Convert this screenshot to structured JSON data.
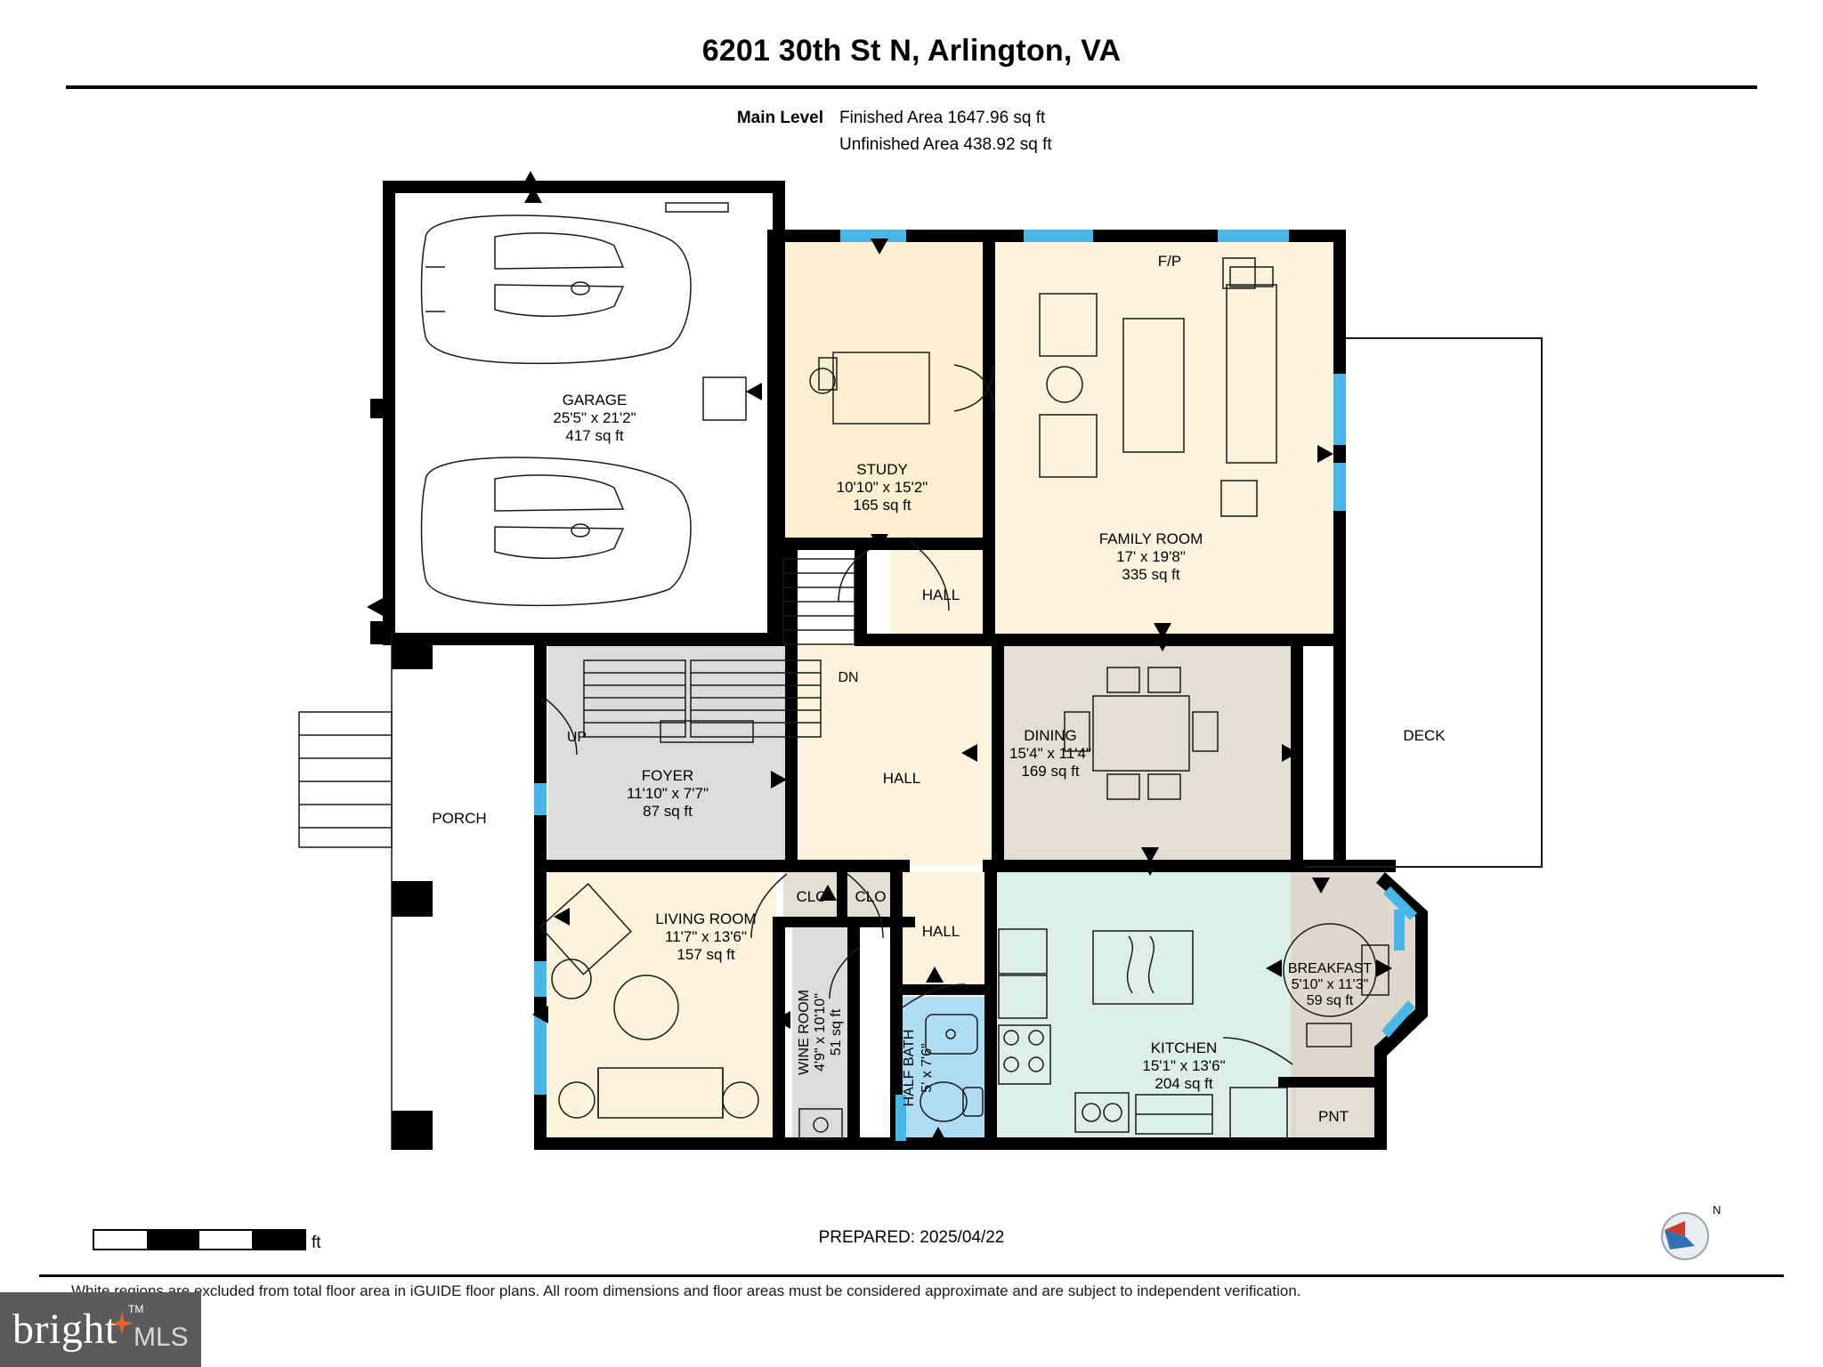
{
  "header": {
    "title": "6201 30th St N, Arlington, VA",
    "level_label": "Main Level",
    "finished_area": "Finished Area 1647.96 sq ft",
    "unfinished_area": "Unfinished Area 438.92 sq ft"
  },
  "footer": {
    "scale": {
      "min": "0",
      "mid": "5",
      "max": "10",
      "unit": "ft"
    },
    "prepared": "PREPARED: 2025/04/22",
    "disclaimer": "White regions are excluded from total floor area in iGUIDE floor plans. All room dimensions and floor areas must be considered approximate and are subject to independent verification.",
    "logo": {
      "word": "bright",
      "tm": "TM",
      "mls": "MLS"
    },
    "compass_label": "N"
  },
  "rooms": [
    {
      "id": "garage",
      "name": "GARAGE",
      "dims": "25'5\" x 21'2\"",
      "area": "417 sq ft"
    },
    {
      "id": "study",
      "name": "STUDY",
      "dims": "10'10\" x 15'2\"",
      "area": "165 sq ft"
    },
    {
      "id": "family",
      "name": "FAMILY ROOM",
      "dims": "17' x 19'8\"",
      "area": "335 sq ft"
    },
    {
      "id": "foyer",
      "name": "FOYER",
      "dims": "11'10\" x 7'7\"",
      "area": "87 sq ft"
    },
    {
      "id": "dining",
      "name": "DINING",
      "dims": "15'4\" x 11'4\"",
      "area": "169 sq ft"
    },
    {
      "id": "living",
      "name": "LIVING ROOM",
      "dims": "11'7\" x 13'6\"",
      "area": "157 sq ft"
    },
    {
      "id": "wine",
      "name": "WINE ROOM",
      "dims": "4'9\" x 10'10\"",
      "area": "51 sq ft"
    },
    {
      "id": "halfbath",
      "name": "HALF BATH",
      "dims": "5' x 7'6\"",
      "area": ""
    },
    {
      "id": "kitchen",
      "name": "KITCHEN",
      "dims": "15'1\" x 13'6\"",
      "area": "204 sq ft"
    },
    {
      "id": "breakfast",
      "name": "BREAKFAST",
      "dims": "5'10\" x 11'3\"",
      "area": "59 sq ft"
    }
  ],
  "labels": {
    "hall_upper": "HALL",
    "hall_mid": "HALL",
    "hall_lower": "HALL",
    "deck": "DECK",
    "porch": "PORCH",
    "fp": "F/P",
    "clo_1": "CLO",
    "clo_2": "CLO",
    "pnt": "PNT",
    "up": "UP",
    "dn": "DN"
  },
  "colors": {
    "wall": "#000000",
    "cream": "#fdf3dd",
    "study_fill": "#fcefd0",
    "gray_fill": "#dcdcdc",
    "dining_fill": "#e4ddd2",
    "kitchen_fill": "#dcefe6",
    "breakfast_fill": "#e0d7cc",
    "bath_fill": "#aedcf3",
    "window": "#49b6e8",
    "logo_bg": "#5b5b5b",
    "logo_star": "#e8622a"
  }
}
